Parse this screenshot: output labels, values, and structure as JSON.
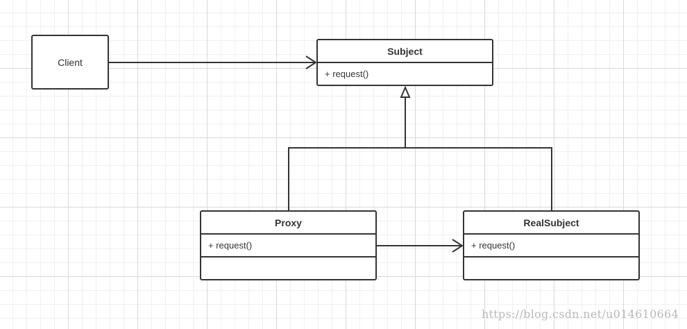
{
  "diagram": {
    "client": {
      "label": "Client"
    },
    "subject": {
      "name": "Subject",
      "operations": [
        "+ request()"
      ]
    },
    "proxy": {
      "name": "Proxy",
      "operations": [
        "+ request()"
      ],
      "attributes": []
    },
    "real_subject": {
      "name": "RealSubject",
      "operations": [
        "+ request()"
      ],
      "attributes": []
    },
    "relations": [
      {
        "type": "association",
        "from": "client",
        "to": "subject"
      },
      {
        "type": "generalization",
        "from": "proxy",
        "to": "subject"
      },
      {
        "type": "generalization",
        "from": "real_subject",
        "to": "subject"
      },
      {
        "type": "association",
        "from": "proxy",
        "to": "real_subject"
      }
    ]
  },
  "watermark": "https://blog.csdn.net/u014610664",
  "colors": {
    "stroke": "#333333",
    "background": "#ffffff",
    "grid_major": "#d9d9d9",
    "grid_minor": "#f0f0f0",
    "watermark": "#b9b9b9"
  }
}
